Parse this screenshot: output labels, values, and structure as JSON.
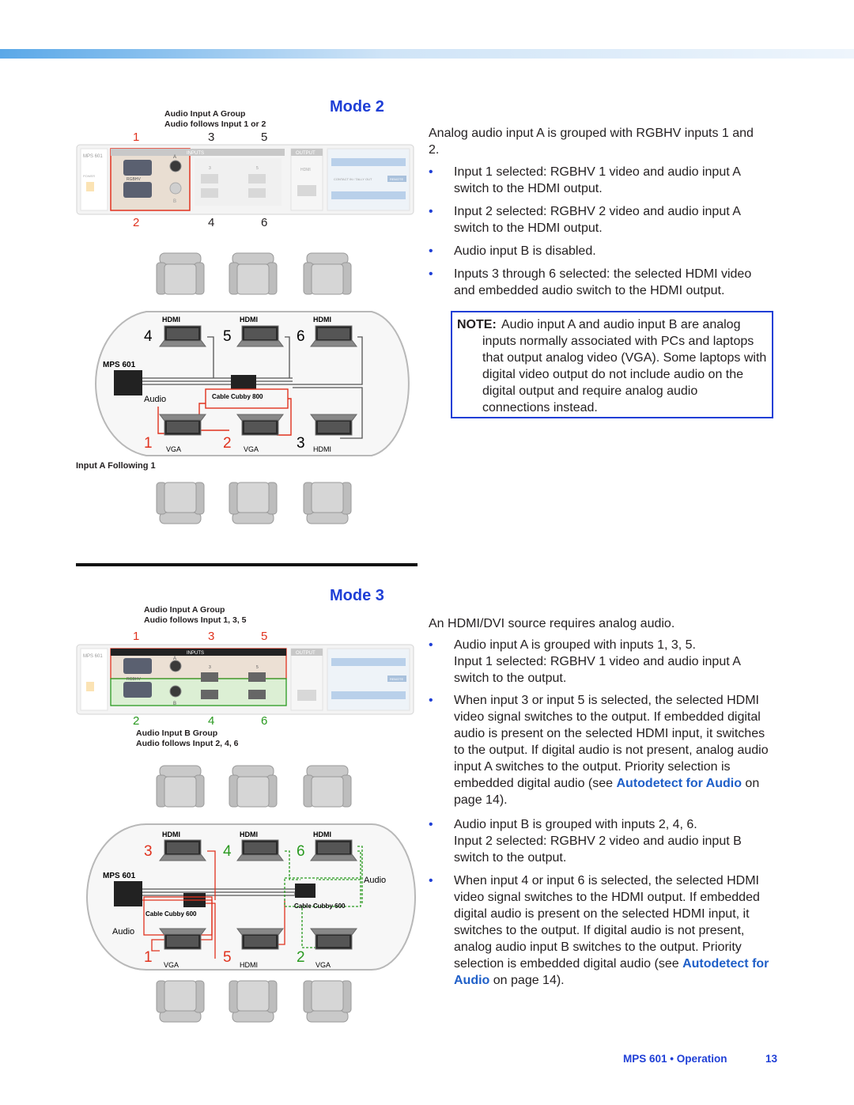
{
  "mode2": {
    "title": "Mode 2",
    "group_label_1": "Audio Input A Group",
    "group_label_2": "Audio follows Input 1 or 2",
    "top_numbers": [
      "1",
      "3",
      "5"
    ],
    "bottom_numbers": [
      "2",
      "4",
      "6"
    ],
    "diagram": {
      "hdmi_labels": [
        "HDMI",
        "HDMI",
        "HDMI"
      ],
      "top_laptop_numbers": [
        "4",
        "5",
        "6"
      ],
      "mps_label": "MPS 601",
      "audio_label": "Audio",
      "cubby_label": "Cable Cubby 800",
      "bottom_laptop_numbers": [
        "1",
        "2",
        "3"
      ],
      "bottom_labels": [
        "VGA",
        "VGA",
        "HDMI"
      ]
    },
    "caption": "Input A Following 1",
    "intro": "Analog audio input A is grouped with RGBHV inputs 1 and 2.",
    "bullets": [
      "Input 1 selected: RGBHV 1 video and audio input A switch to the HDMI output.",
      "Input 2 selected: RGBHV 2 video and audio input A switch to the HDMI output.",
      "Audio input B is disabled.",
      "Inputs 3 through 6 selected: the selected HDMI video and embedded audio switch to the HDMI output."
    ],
    "note_label": "NOTE:",
    "note_text": "Audio input A and audio input B are analog inputs normally associated with PCs and laptops that output analog video (VGA). Some laptops with digital video output do not include audio on the digital output and require analog audio connections instead."
  },
  "mode3": {
    "title": "Mode 3",
    "group_a_label_1": "Audio Input A Group",
    "group_a_label_2": "Audio follows Input 1, 3, 5",
    "top_numbers": [
      "1",
      "3",
      "5"
    ],
    "bottom_numbers": [
      "2",
      "4",
      "6"
    ],
    "group_b_label_1": "Audio Input B Group",
    "group_b_label_2": "Audio follows Input 2, 4, 6",
    "diagram": {
      "hdmi_labels": [
        "HDMI",
        "HDMI",
        "HDMI"
      ],
      "top_laptop_numbers": [
        "3",
        "4",
        "6"
      ],
      "mps_label": "MPS 601",
      "audio_right_label": "Audio",
      "cubby_left_label": "Cable Cubby 600",
      "cubby_right_label": "Cable Cubby 600",
      "audio_left_label": "Audio",
      "bottom_laptop_numbers": [
        "1",
        "5",
        "2"
      ],
      "bottom_labels": [
        "VGA",
        "HDMI",
        "VGA"
      ]
    },
    "intro": "An HDMI/DVI source requires analog audio.",
    "bullet_1": "Audio input A is grouped with inputs 1, 3, 5.",
    "bullet_1_sub": "Input 1 selected: RGBHV 1 video and audio input A switch to the output.",
    "bullet_2_pre": "When input 3 or input 5 is selected, the selected HDMI video signal switches to the output. If embedded digital audio is present on the selected HDMI input, it switches to the output. If digital audio is not present, analog audio input A switches to the output. Priority selection is embedded digital audio (see ",
    "bullet_3": "Audio input B is grouped with inputs 2, 4, 6.",
    "bullet_3_sub": "Input 2 selected: RGBHV 2 video and audio input B switch to the output.",
    "bullet_4_pre": "When input 4 or input 6 is selected, the selected HDMI video signal switches to the HDMI output. If embedded digital audio is present on the selected HDMI input, it switches to the output. If digital audio is not present, analog audio input B switches to the output. Priority selection is embedded digital audio (see ",
    "link_text": "Autodetect for Audio",
    "link_post": " on page 14)."
  },
  "panel": {
    "model": "MPS 601",
    "inputs": "INPUTS",
    "output": "OUTPUT",
    "rgbhv": "RGBHV",
    "hdmi": "HDMI",
    "remote": "REMOTE",
    "contact": "CONTACT IN / TALLY OUT",
    "power": "POWER"
  },
  "footer": {
    "title": "MPS 601 • Operation",
    "page": "13"
  },
  "colors": {
    "accent_blue": "#1f3fd6",
    "red": "#e0321e",
    "green": "#2a9a20"
  }
}
